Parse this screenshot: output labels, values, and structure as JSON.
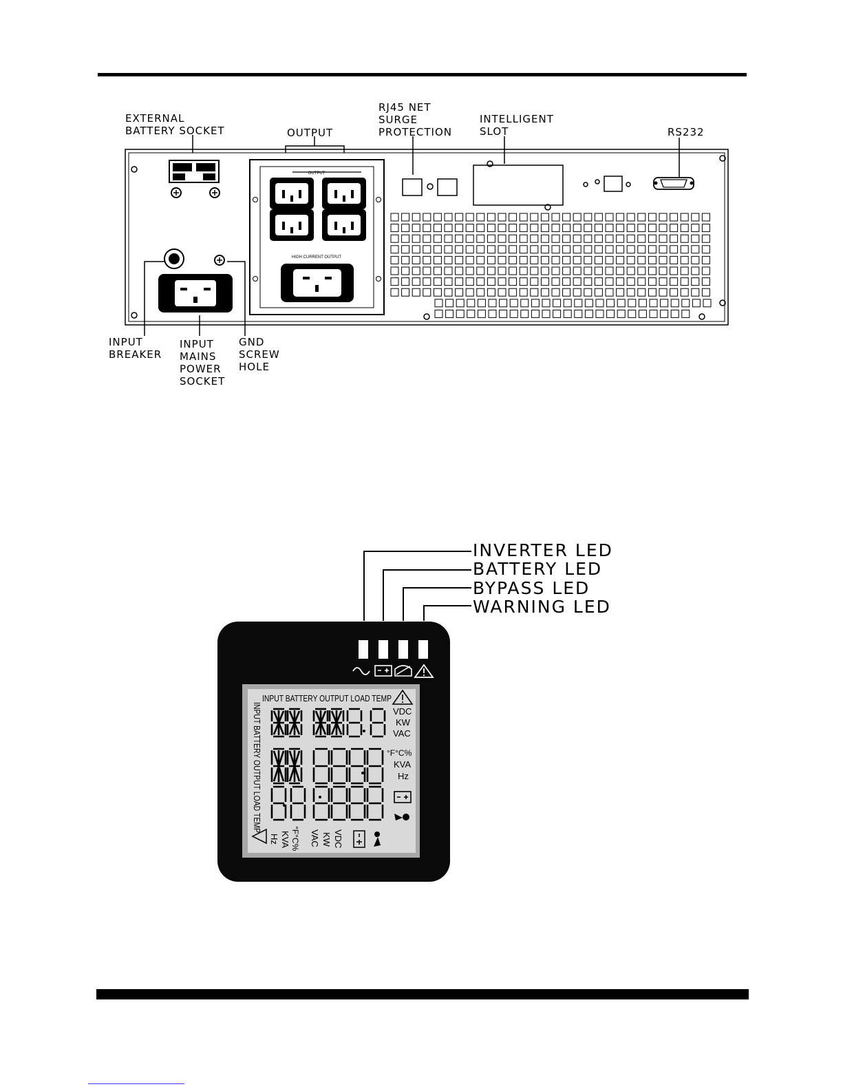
{
  "rear_panel": {
    "callouts": {
      "external_battery_socket": [
        "EXTERNAL",
        "BATTERY SOCKET"
      ],
      "output": "OUTPUT",
      "rj45": [
        "RJ45 NET",
        "SURGE",
        "PROTECTION"
      ],
      "intelligent_slot": [
        "INTELLIGENT",
        "SLOT"
      ],
      "rs232": "RS232",
      "input_breaker": [
        "INPUT",
        "BREAKER"
      ],
      "input_mains": [
        "INPUT",
        "MAINS",
        "POWER",
        "SOCKET"
      ],
      "gnd": [
        "GND",
        "SCREW",
        "HOLE"
      ]
    },
    "panel_labels": {
      "output": "OUTPUT",
      "high_current_output": "HIGH CURRENT OUTPUT"
    }
  },
  "lcd_panel": {
    "led_callouts": [
      "INVERTER LED",
      "BATTERY LED",
      "BYPASS LED",
      "WARNING LED"
    ],
    "top_row_labels": "INPUT BATTERY OUTPUT LOAD TEMP",
    "side_labels": "INPUT BATTERY OUTPUT LOAD TEMP",
    "right_units_top": [
      "VDC",
      "KW",
      "VAC"
    ],
    "right_units_mid": [
      "°F°C%",
      "KVA",
      "Hz"
    ],
    "bottom_units_a": [
      "°F°C%",
      "KVA",
      "Hz"
    ],
    "bottom_units_b": [
      "VDC",
      "KW",
      "VAC"
    ]
  }
}
